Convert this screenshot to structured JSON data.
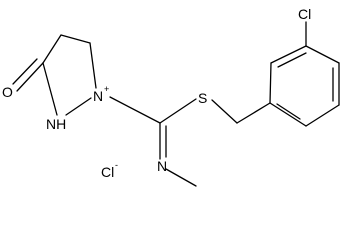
{
  "molecule": {
    "atoms": {
      "oxygen": "O",
      "nh_ring": "NH",
      "n_plus": "N",
      "n_plus_charge": "+",
      "sulfur": "S",
      "chlorine": "Cl",
      "imine_n": "N",
      "chloride": "Cl",
      "chloride_charge": "-"
    }
  }
}
